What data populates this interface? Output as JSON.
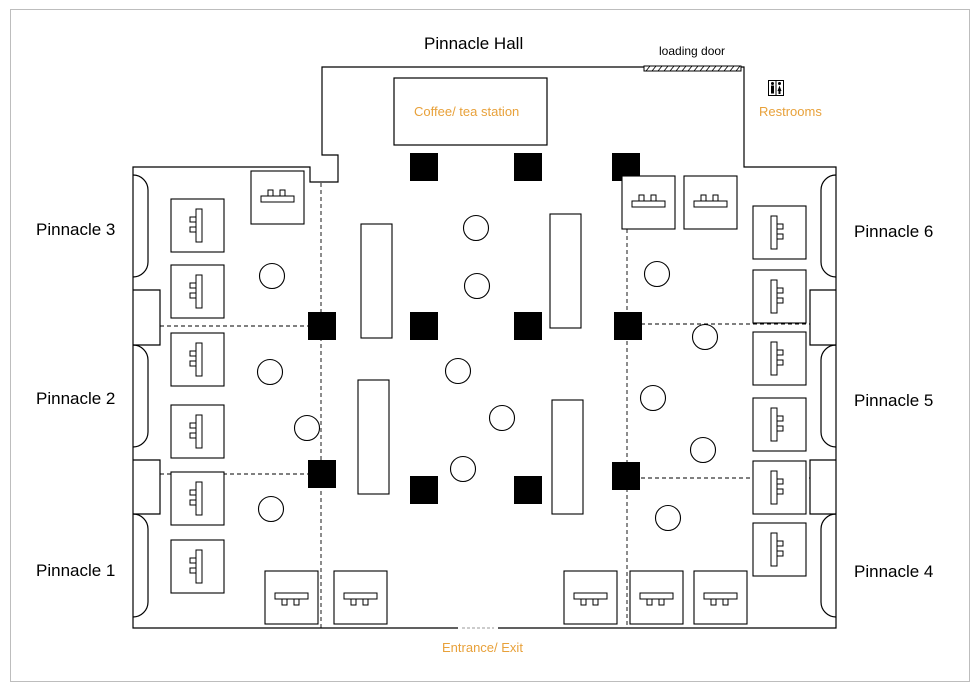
{
  "title": "Pinnacle Hall",
  "labels": {
    "loading_door": "loading door",
    "coffee": "Coffee/ tea station",
    "restrooms": "Restrooms",
    "entrance": "Entrance/ Exit"
  },
  "rooms": [
    "Pinnacle 1",
    "Pinnacle 2",
    "Pinnacle 3",
    "Pinnacle 4",
    "Pinnacle 5",
    "Pinnacle 6"
  ],
  "colors": {
    "accent": "#e8a13a",
    "line": "#000000",
    "frame": "#bdbdbd"
  },
  "icons": {
    "restroom": "restroom-icon"
  }
}
